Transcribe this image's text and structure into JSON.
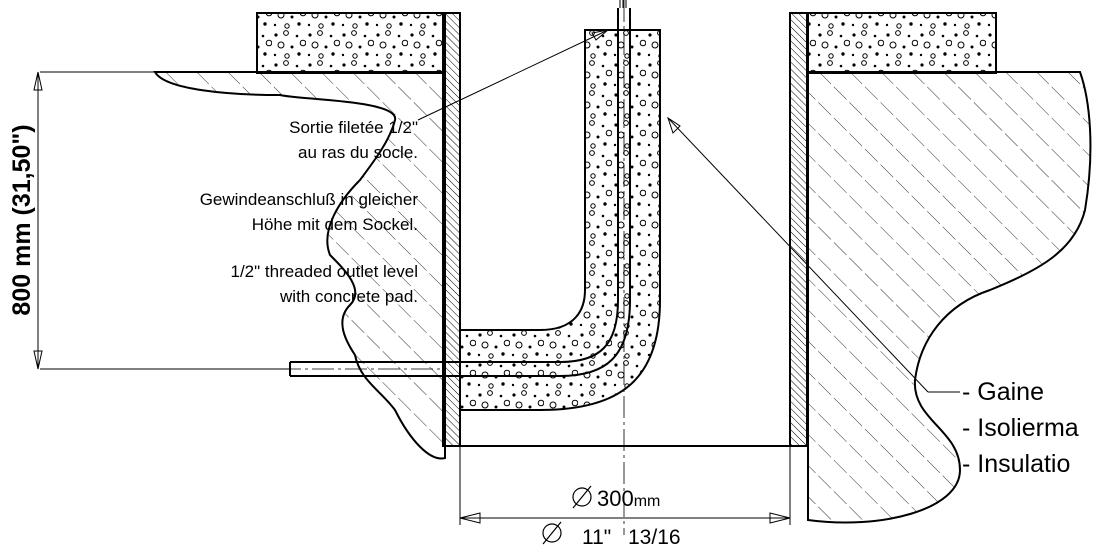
{
  "vertical_dimension": "800 mm (31,50\")",
  "notes": {
    "fr_line1": "Sortie filetée 1/2\"",
    "fr_line2": "au ras du socle.",
    "de_line1": "Gewindeanschluß in gleicher",
    "de_line2": "Höhe mit dem Sockel.",
    "en_line1": "1/2\" threaded outlet level",
    "en_line2": "with concrete pad."
  },
  "legend": {
    "fr": "- Gaine",
    "de": "- Isolierma",
    "en": "- Insulatio"
  },
  "diameter": {
    "metric_value": "300",
    "metric_unit": "mm",
    "imperial_inch": "11\"",
    "imperial_frac": "13/16"
  }
}
